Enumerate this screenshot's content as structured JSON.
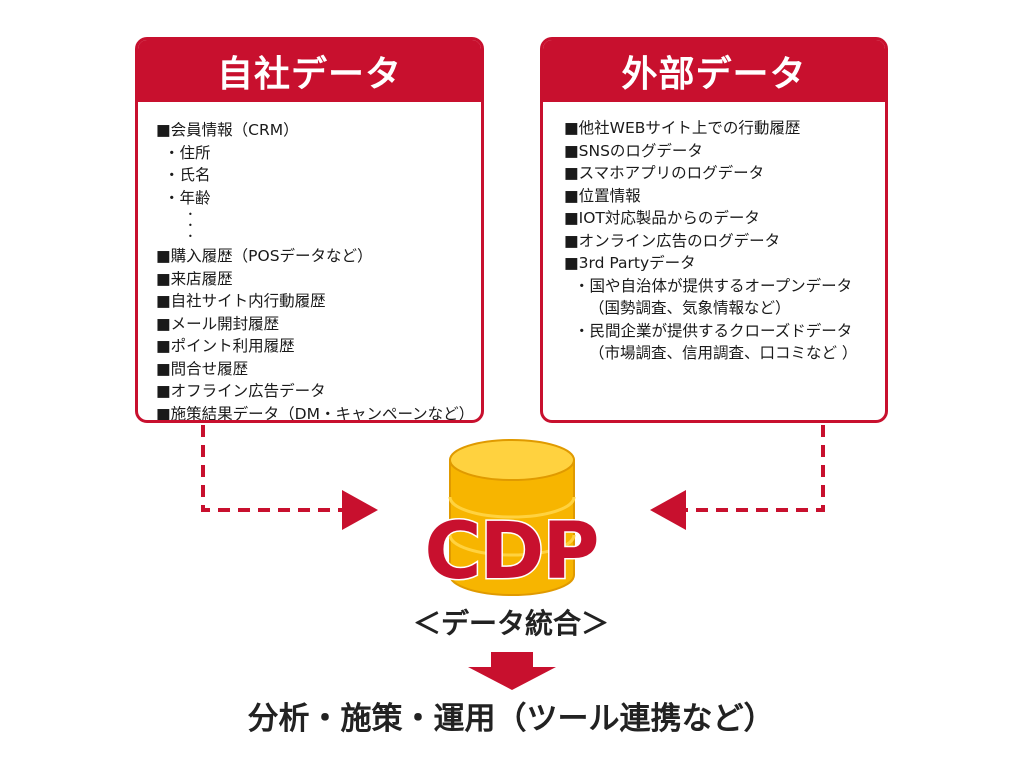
{
  "internal": {
    "title": "自社データ",
    "items": [
      {
        "kind": "item",
        "text": "■会員情報（CRM）"
      },
      {
        "kind": "sub",
        "text": "・住所"
      },
      {
        "kind": "sub",
        "text": "・氏名"
      },
      {
        "kind": "sub",
        "text": "・年齢"
      },
      {
        "kind": "vdots",
        "text": "⋮"
      },
      {
        "kind": "item",
        "text": "■購入履歴（POSデータなど）"
      },
      {
        "kind": "item",
        "text": "■来店履歴"
      },
      {
        "kind": "item",
        "text": "■自社サイト内行動履歴"
      },
      {
        "kind": "item",
        "text": "■メール開封履歴"
      },
      {
        "kind": "item",
        "text": "■ポイント利用履歴"
      },
      {
        "kind": "item",
        "text": "■問合せ履歴"
      },
      {
        "kind": "item",
        "text": "■オフライン広告データ"
      },
      {
        "kind": "item",
        "text": "■施策結果データ（DM・キャンペーンなど）"
      }
    ]
  },
  "external": {
    "title": "外部データ",
    "items": [
      {
        "kind": "item",
        "text": "■他社WEBサイト上での行動履歴"
      },
      {
        "kind": "item",
        "text": "■SNSのログデータ"
      },
      {
        "kind": "item",
        "text": "■スマホアプリのログデータ"
      },
      {
        "kind": "item",
        "text": "■位置情報"
      },
      {
        "kind": "item",
        "text": "■IOT対応製品からのデータ"
      },
      {
        "kind": "item",
        "text": "■オンライン広告のログデータ"
      },
      {
        "kind": "item",
        "text": "■3rd Partyデータ"
      },
      {
        "kind": "sub",
        "text": "・国や自治体が提供するオープンデータ"
      },
      {
        "kind": "subnote",
        "text": "（国勢調査、気象情報など）"
      },
      {
        "kind": "sub",
        "text": "・民間企業が提供するクローズドデータ"
      },
      {
        "kind": "subnote",
        "text": "（市場調査、信用調査、口コミなど ）"
      }
    ]
  },
  "center": {
    "label": "CDP",
    "integration": "＜データ統合＞"
  },
  "bottom": {
    "label": "分析・施策・運用（ツール連携など）"
  },
  "colors": {
    "accent": "#c8102e",
    "database_fill": "#f7b500",
    "database_top": "#ffd23f",
    "database_stroke": "#e09a00"
  }
}
